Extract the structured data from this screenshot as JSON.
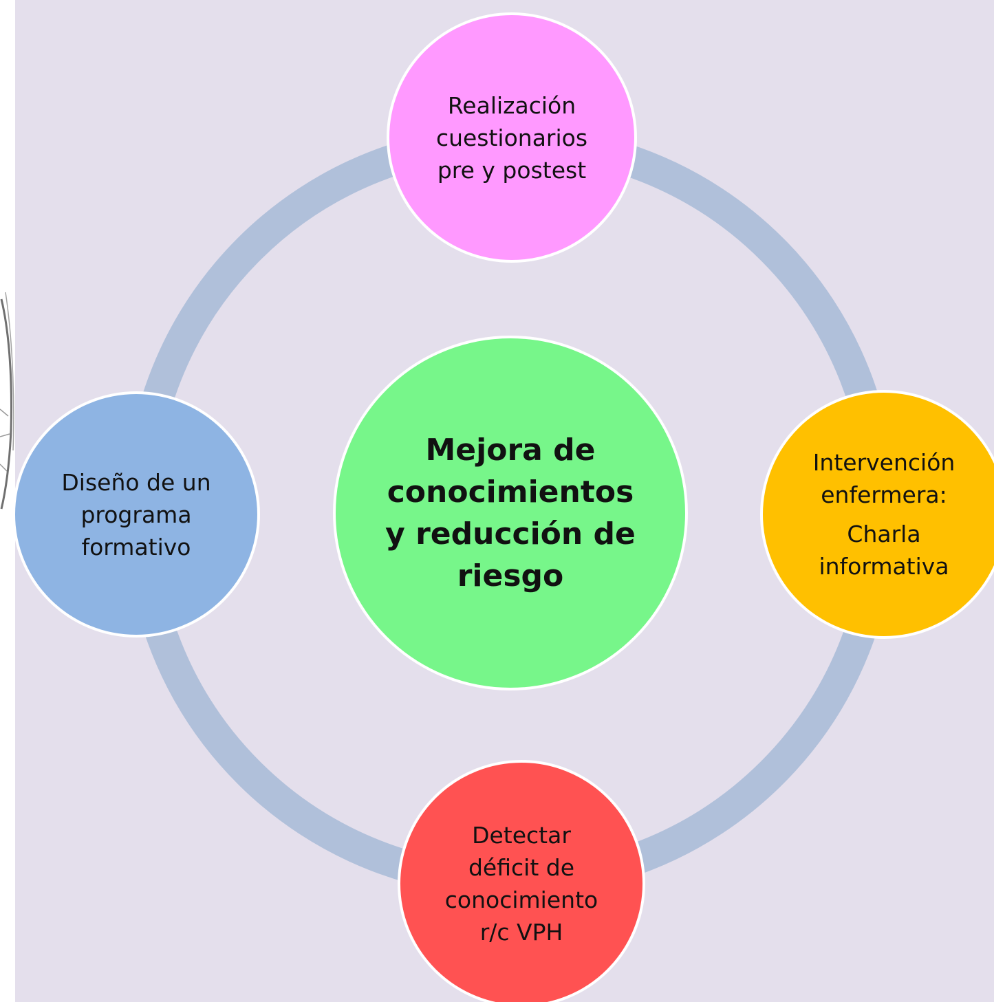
{
  "diagram": {
    "center": {
      "label": "Mejora de\nconocimientos\ny reducción de\nriesgo",
      "color": "#77f68a"
    },
    "nodes": [
      {
        "id": "top",
        "label": "Realización\ncuestionarios\npre y postest",
        "color": "#ff99ff"
      },
      {
        "id": "right",
        "label": "Intervención\nenfermera:",
        "label_secondary": "Charla\ninformativa",
        "color": "#ffc000"
      },
      {
        "id": "bottom",
        "label": "Detectar\ndéficit de\nconocimiento\nr/c VPH",
        "color": "#ff5252"
      },
      {
        "id": "left",
        "label": "Diseño de  un\nprograma\nformativo",
        "color": "#8eb4e3"
      }
    ],
    "ring_color": "#b0c0da",
    "background_color": "#e4dfec"
  }
}
